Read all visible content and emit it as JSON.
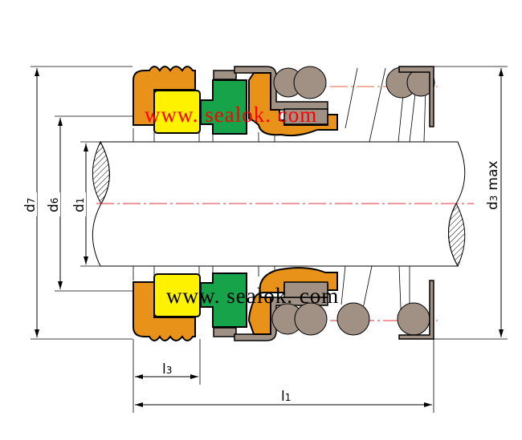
{
  "diagram": {
    "title": "Mechanical seal dimensional drawing",
    "dimensions": {
      "d7": {
        "main": "d",
        "sub": "7"
      },
      "d6": {
        "main": "d",
        "sub": "6"
      },
      "d1": {
        "main": "d",
        "sub": "1"
      },
      "d3": {
        "main": "d",
        "sub": "3",
        "suffix": "max"
      },
      "l3": {
        "main": "l",
        "sub": "3"
      },
      "l1": {
        "main": "l",
        "sub": "1"
      }
    },
    "watermark_top": "www. sealok. com",
    "watermark_bottom": "www. sealok. com",
    "colors": {
      "bellows": "#e8921a",
      "insert": "#fff200",
      "seat": "#16a34a",
      "metal": "#a09184",
      "centerline": "#e0303a",
      "watermark_top": "#ff0000",
      "watermark_bottom": "#000000"
    }
  }
}
